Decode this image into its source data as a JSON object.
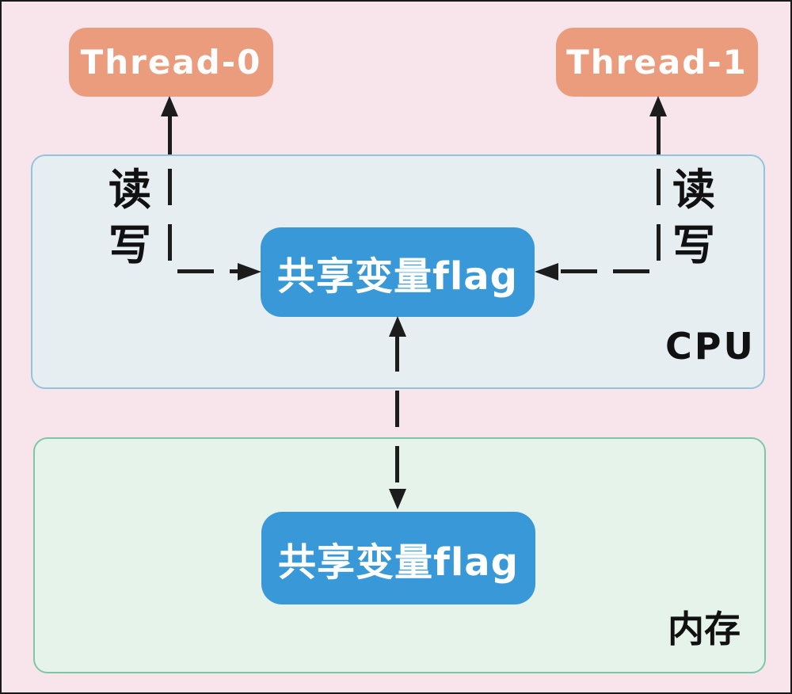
{
  "colors": {
    "background": "#F8E4EB",
    "thread_box": "#EB9C7D",
    "flag_box": "#3998D7",
    "cpu_fill": "#E6EEF2",
    "cpu_border": "#92C5DC",
    "memory_fill": "#E6F3EB",
    "memory_border": "#7CC8A6",
    "arrow": "#1C1C1C",
    "text_light": "#FFFFFF",
    "text_dark": "#111111"
  },
  "nodes": {
    "thread0": {
      "label": "Thread-0"
    },
    "thread1": {
      "label": "Thread-1"
    },
    "cpu": {
      "label": "CPU"
    },
    "memory": {
      "label": "内存"
    },
    "cpu_flag": {
      "label": "共享变量flag"
    },
    "memory_flag": {
      "label": "共享变量flag"
    },
    "read_write_left": {
      "read": "读",
      "write": "写"
    },
    "read_write_right": {
      "read": "读",
      "write": "写"
    }
  }
}
